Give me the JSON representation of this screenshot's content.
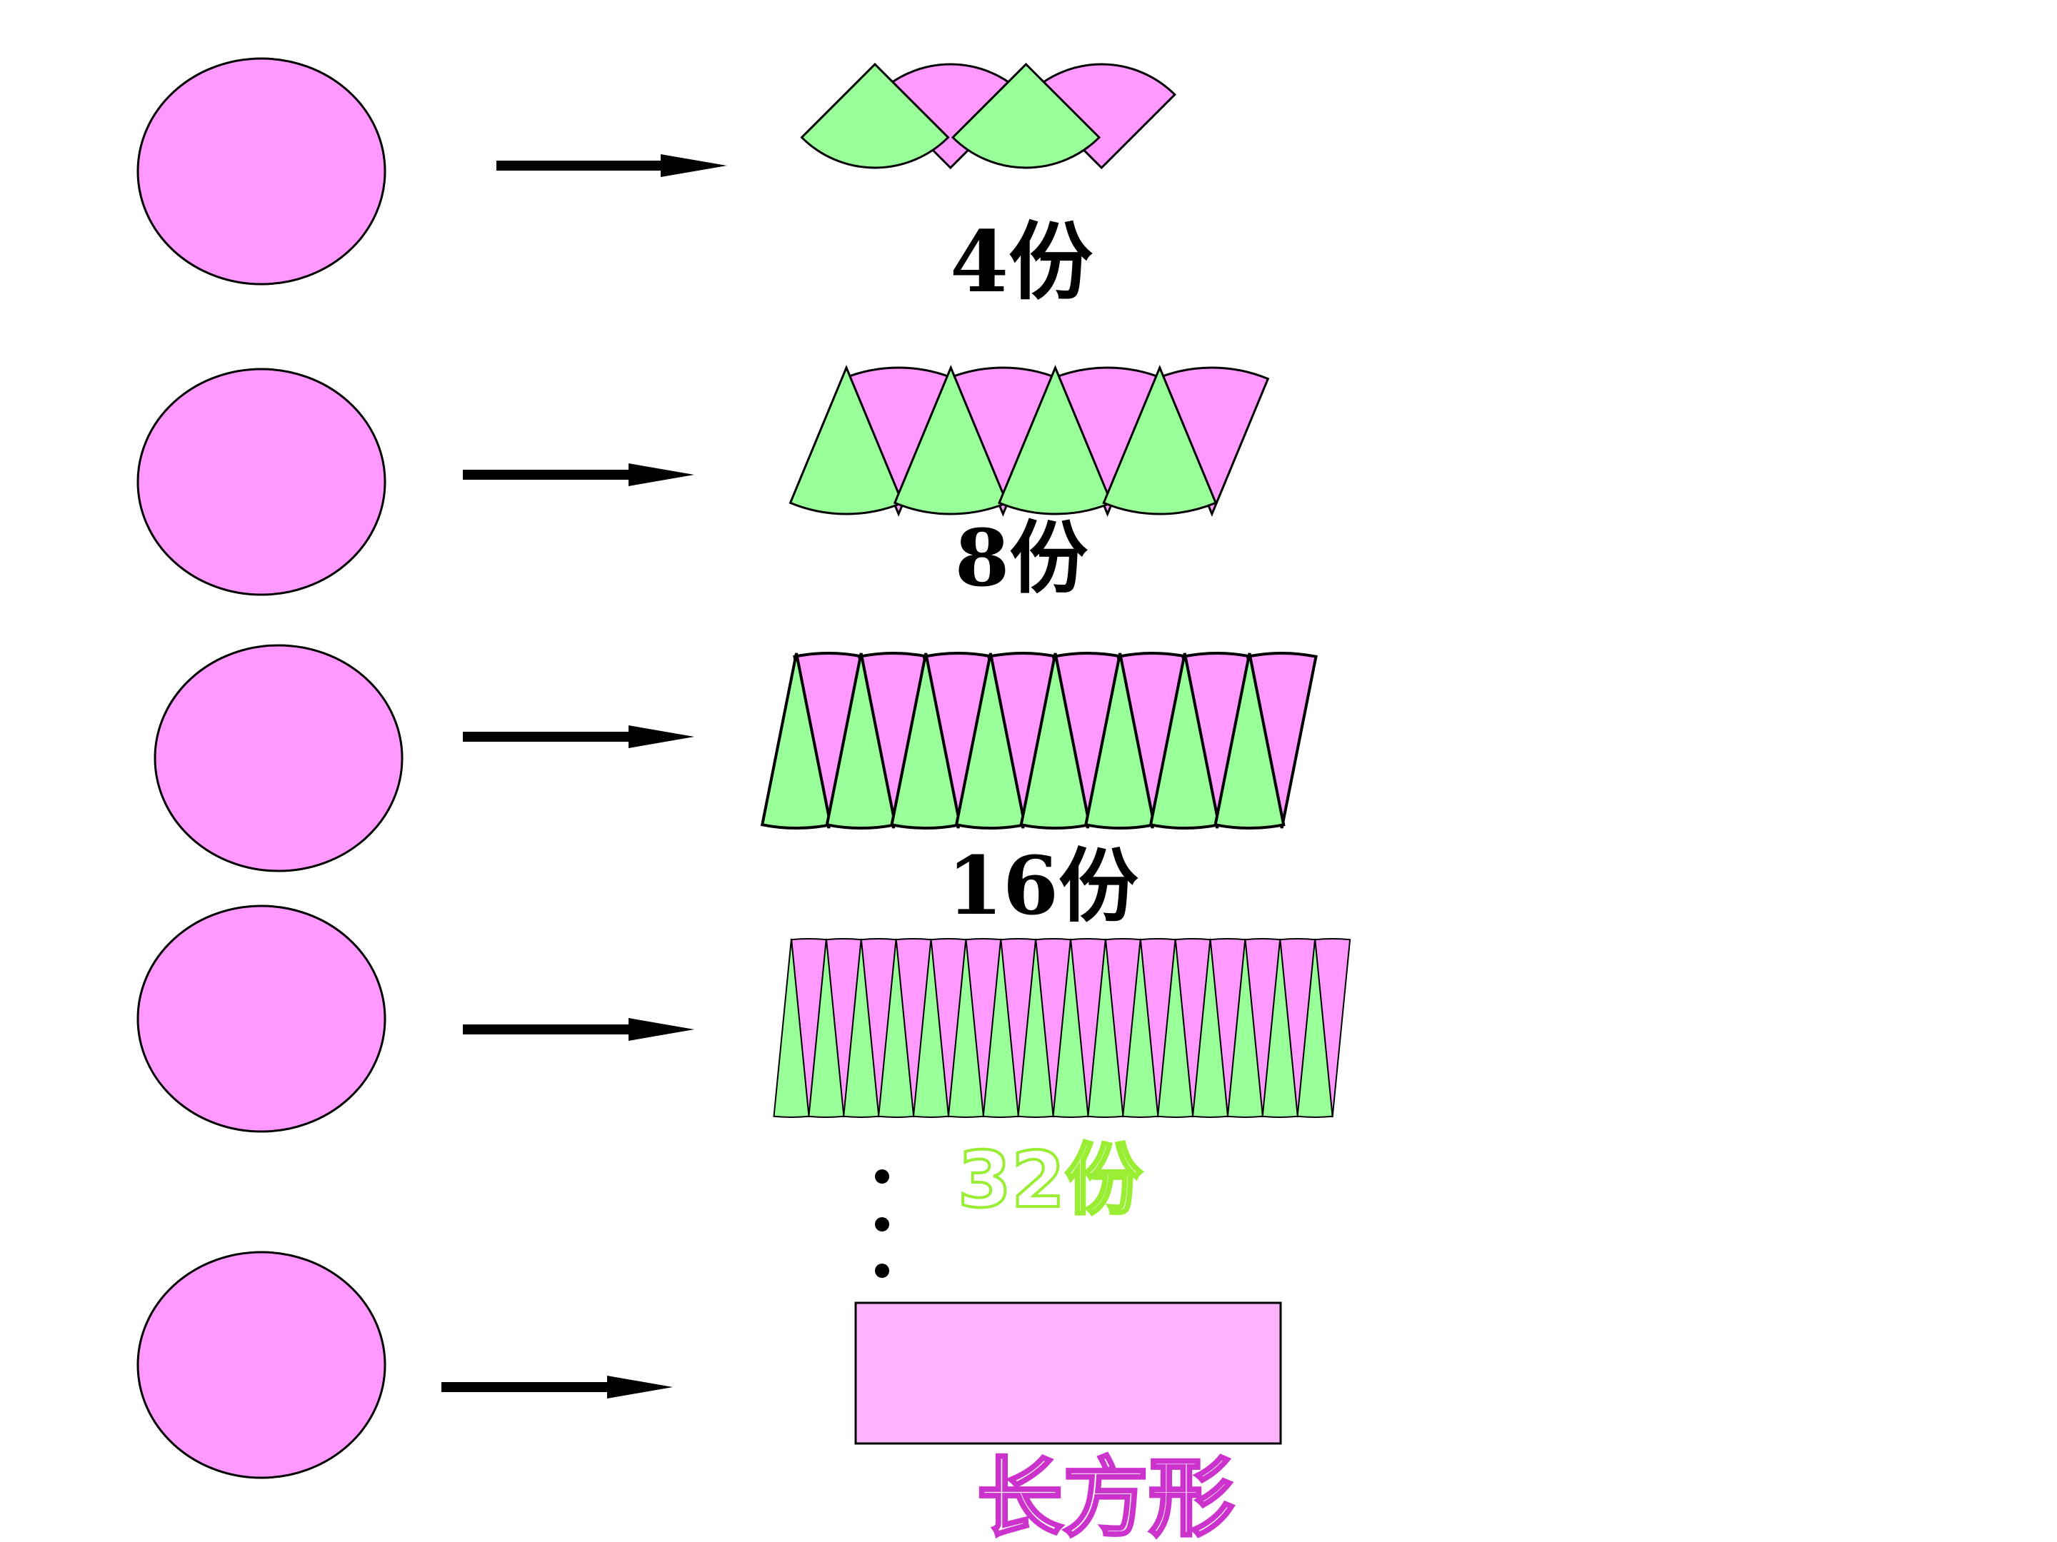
{
  "colors": {
    "pink": "#ff99ff",
    "green": "#99ff99",
    "rect_pink": "#ffb3ff",
    "arrow": "#000000",
    "label_32": "#99ee33",
    "label_rect": "#cc33cc"
  },
  "rows": [
    {
      "label": "4份",
      "parts": 4
    },
    {
      "label": "8份",
      "parts": 8
    },
    {
      "label": "16份",
      "parts": 16
    },
    {
      "label": "32份",
      "parts": 32
    },
    {
      "label": "长方形"
    }
  ]
}
